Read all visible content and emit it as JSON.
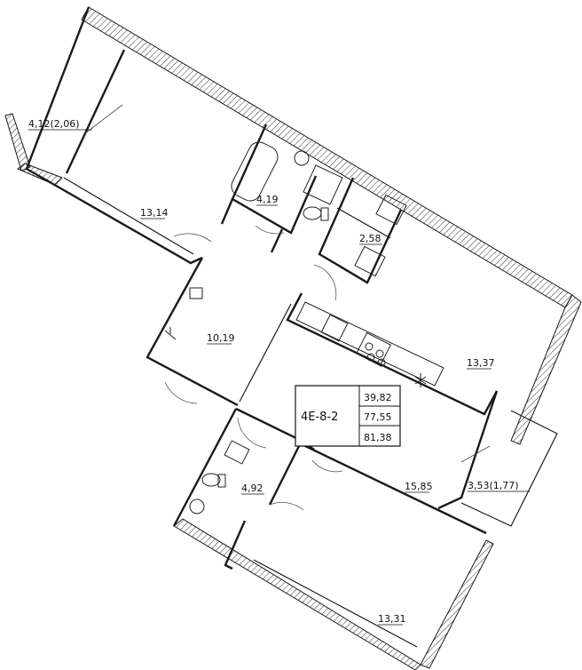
{
  "plan": {
    "code": "4E-8-2",
    "areas": {
      "living": "39,82",
      "total": "77,55",
      "total_with_balcony": "81,38"
    },
    "rooms": [
      {
        "id": "balcony-top-left",
        "area": "4,12(2,06)"
      },
      {
        "id": "bedroom-top-left",
        "area": "13,14"
      },
      {
        "id": "bathroom-top",
        "area": "4,19"
      },
      {
        "id": "wardrobe",
        "area": "2,58"
      },
      {
        "id": "hallway",
        "area": "10,19"
      },
      {
        "id": "kitchen-room",
        "area": "13,37"
      },
      {
        "id": "bathroom-bottom",
        "area": "4,92"
      },
      {
        "id": "living-room",
        "area": "15,85"
      },
      {
        "id": "balcony-right",
        "area": "3,53(1,77)"
      },
      {
        "id": "bedroom-bottom",
        "area": "13,31"
      }
    ]
  }
}
